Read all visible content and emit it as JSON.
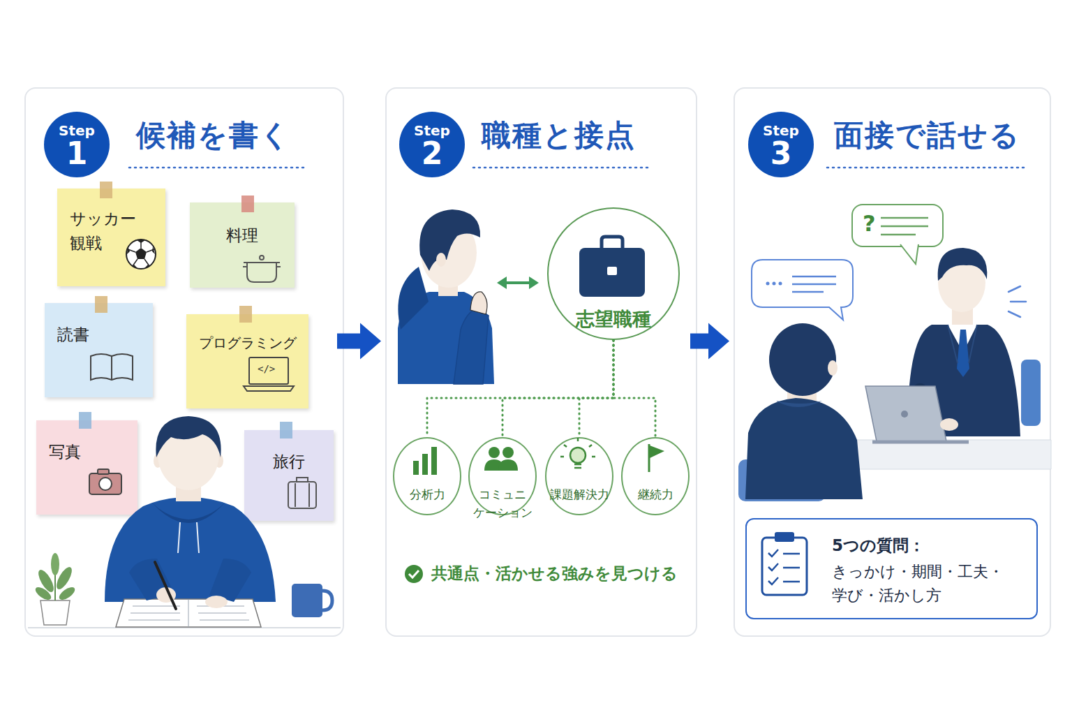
{
  "diagram": {
    "nodes": [
      {
        "text": [
          "候補を書く"
        ]
      },
      {
        "text": [
          "Step",
          "1"
        ],
        "in": 0
      },
      {
        "text": [
          "サッカー 観戦"
        ],
        "in": 0
      },
      {
        "text": [
          "料理"
        ],
        "in": 0
      },
      {
        "text": [
          "読書"
        ],
        "in": 0
      },
      {
        "text": [
          "プログラミング"
        ],
        "in": 0
      },
      {
        "text": [
          "写真"
        ],
        "in": 0
      },
      {
        "text": [
          "旅行"
        ],
        "in": 0
      },
      {
        "text": [
          "職種と接点"
        ]
      },
      {
        "text": [
          "Step",
          "2"
        ],
        "in": 8
      },
      {
        "text": [
          "志望職種"
        ],
        "in": 8
      },
      {
        "text": [
          "分析力"
        ],
        "in": 8
      },
      {
        "text": [
          "コミュニ ケーション"
        ],
        "in": 8
      },
      {
        "text": [
          "課題解決力"
        ],
        "in": 8
      },
      {
        "text": [
          "継続力"
        ],
        "in": 8
      },
      {
        "text": [
          "面接で話せる"
        ]
      },
      {
        "text": [
          "Step",
          "3"
        ],
        "in": 15
      },
      {
        "text": [
          "?"
        ],
        "in": 15
      },
      {
        "text": [
          "5つの質問：",
          "きっかけ・期間・工夫・ 学び・活かし方"
        ],
        "in": 15
      }
    ],
    "edges": [
      {
        "from": 0,
        "to": 8,
        "arrow": "to"
      },
      {
        "from": 8,
        "to": 15,
        "arrow": "to"
      },
      {
        "from": 10,
        "to": 11,
        "arrow": "none"
      },
      {
        "from": 10,
        "to": 12,
        "arrow": "none"
      },
      {
        "from": 10,
        "to": 13,
        "arrow": "none"
      },
      {
        "from": 10,
        "to": 14,
        "arrow": "none"
      }
    ],
    "labels": [
      "</>",
      "共通点・活かせる強みを見つける"
    ]
  }
}
